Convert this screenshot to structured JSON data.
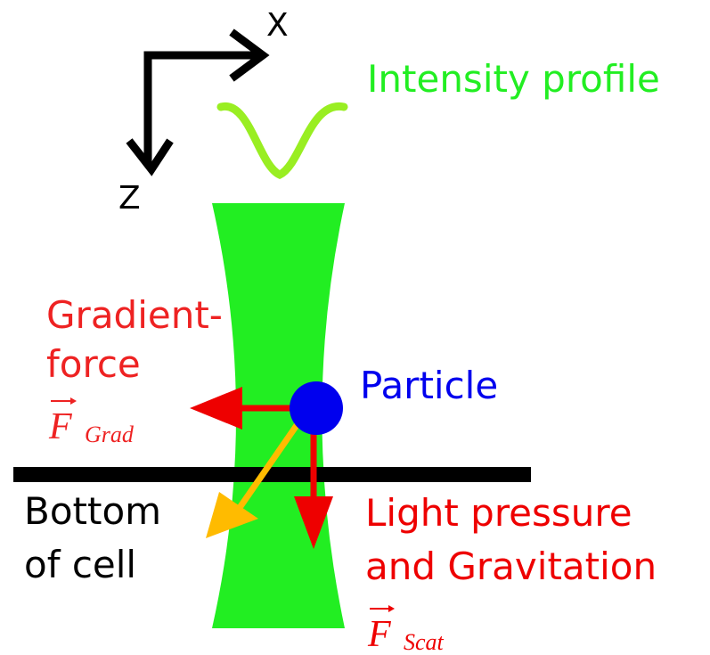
{
  "axes": {
    "x_label": "X",
    "z_label": "Z"
  },
  "labels": {
    "intensity_profile": "Intensity profile",
    "gradient_force_line1": "Gradient-",
    "gradient_force_line2": "force",
    "f_grad_symbol": "F",
    "f_grad_subscript": "Grad",
    "particle": "Particle",
    "bottom_line1": "Bottom",
    "bottom_line2": "of cell",
    "light_pressure_line1": "Light pressure",
    "light_pressure_line2": "and Gravitation",
    "f_scat_symbol": "F",
    "f_scat_subscript": "Scat"
  },
  "colors": {
    "beam": "#22ee22",
    "intensity_curve": "#99ee22",
    "force_red": "#ee0000",
    "particle_blue": "#0000ee",
    "resultant_orange": "#ffbb00",
    "axis_black": "#000000",
    "gradient_label_red": "#ee2222"
  }
}
